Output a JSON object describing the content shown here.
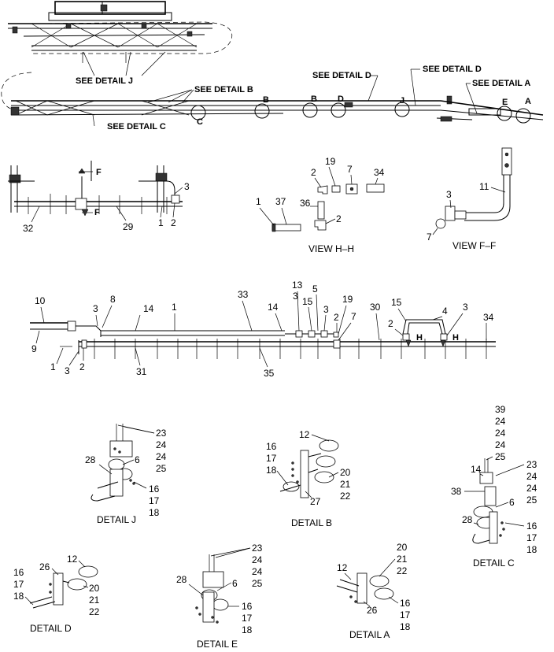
{
  "overview": {
    "callouts": {
      "detail_j": "SEE DETAIL J",
      "detail_b": "SEE DETAIL B",
      "detail_c": "SEE DETAIL C",
      "detail_d1": "SEE DETAIL D",
      "detail_d2": "SEE DETAIL D",
      "detail_a": "SEE DETAIL A"
    },
    "markers": {
      "b1": "B",
      "b2": "B",
      "c": "C",
      "d": "D",
      "j": "J",
      "e": "E",
      "a": "A"
    }
  },
  "boom_detail": {
    "section_f1": "F",
    "section_f2": "F",
    "labels": {
      "n3": "3",
      "n32": "32",
      "n29": "29",
      "n1": "1",
      "n2": "2"
    }
  },
  "view_hh": {
    "caption": "VIEW H–H",
    "labels": {
      "n19": "19",
      "n7": "7",
      "n34": "34",
      "n2a": "2",
      "n1": "1",
      "n37": "37",
      "n36": "36",
      "n2b": "2"
    }
  },
  "view_ff": {
    "caption": "VIEW F–F",
    "labels": {
      "n11": "11",
      "n3": "3",
      "n7": "7"
    }
  },
  "main_assembly": {
    "labels": {
      "n10": "10",
      "n9": "9",
      "n3a": "3",
      "n8": "8",
      "n14a": "14",
      "n1a": "1",
      "n33": "33",
      "n14b": "14",
      "n13": "13",
      "n3b": "3",
      "n15a": "15",
      "n5": "5",
      "n3c": "3",
      "n2a": "2",
      "n19": "19",
      "n7": "7",
      "n30": "30",
      "n15b": "15",
      "n4": "4",
      "n3d": "3",
      "n2b": "2",
      "n34": "34",
      "n1b": "1",
      "n3e": "3",
      "n2c": "2",
      "n31": "31",
      "n35": "35"
    },
    "section_h1": "H",
    "section_h2": "H"
  },
  "details": {
    "j": {
      "caption": "DETAIL J",
      "labels": [
        "23",
        "24",
        "24",
        "25",
        "28",
        "6",
        "16",
        "17",
        "18"
      ]
    },
    "b": {
      "caption": "DETAIL B",
      "labels": [
        "12",
        "16",
        "17",
        "18",
        "20",
        "21",
        "22",
        "27"
      ]
    },
    "c": {
      "caption": "DETAIL C",
      "labels": [
        "39",
        "24",
        "24",
        "24",
        "25",
        "14",
        "23",
        "24",
        "24",
        "25",
        "38",
        "6",
        "28",
        "16",
        "17",
        "18"
      ]
    },
    "d": {
      "caption": "DETAIL D",
      "labels": [
        "16",
        "17",
        "18",
        "26",
        "12",
        "20",
        "21",
        "22"
      ]
    },
    "e": {
      "caption": "DETAIL E",
      "labels": [
        "23",
        "24",
        "24",
        "25",
        "28",
        "6",
        "16",
        "17",
        "18"
      ]
    },
    "a": {
      "caption": "DETAIL A",
      "labels": [
        "12",
        "20",
        "21",
        "22",
        "26",
        "16",
        "17",
        "18"
      ]
    }
  }
}
